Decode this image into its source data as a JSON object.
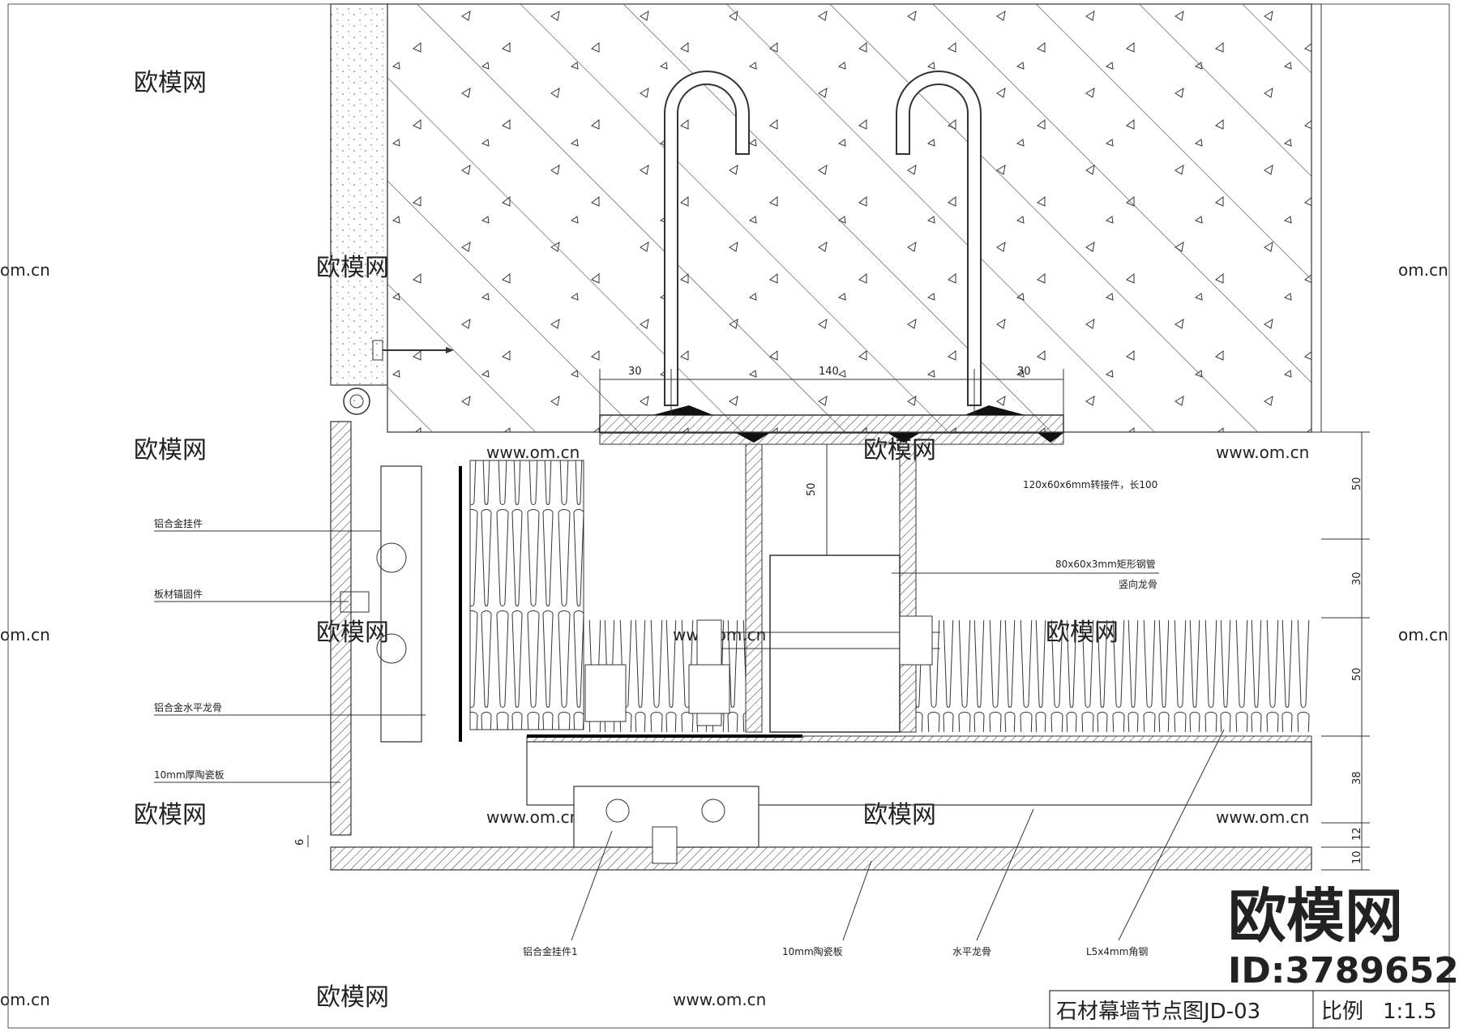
{
  "title_block": {
    "drawing_title": "石材幕墙节点图JD-03",
    "scale_label": "比例",
    "scale_value": "1:1.5"
  },
  "labels": {
    "aluminum_hanger": "铝合金挂件",
    "panel_anchor": "板材锚固件",
    "aluminum_horizontal_keel": "铝合金水平龙骨",
    "ceramic_panel_10mm_thick": "10mm厚陶瓷板",
    "connector_spec": "120x60x6mm转接件，长100",
    "steel_tube_spec": "80x60x3mm矩形钢管",
    "vertical_keel": "竖向龙骨",
    "aluminum_hanger_1": "铝合金挂件1",
    "ceramic_panel_10mm": "10mm陶瓷板",
    "horizontal_keel": "水平龙骨",
    "angle_steel": "L5x4mm角钢"
  },
  "dimensions": {
    "top_left": "30",
    "top_middle": "140",
    "top_right": "30",
    "inner_vertical": "50",
    "right_1": "50",
    "right_2": "30",
    "right_3": "50",
    "right_4": "38",
    "right_5": "12",
    "right_6": "10",
    "left_bottom": "6"
  },
  "watermarks": {
    "brand_cn": "欧模网",
    "brand_url": "www.om.cn",
    "brand_url_short": "om.cn",
    "logo_text": "欧模网",
    "logo_id": "ID:3789652"
  }
}
